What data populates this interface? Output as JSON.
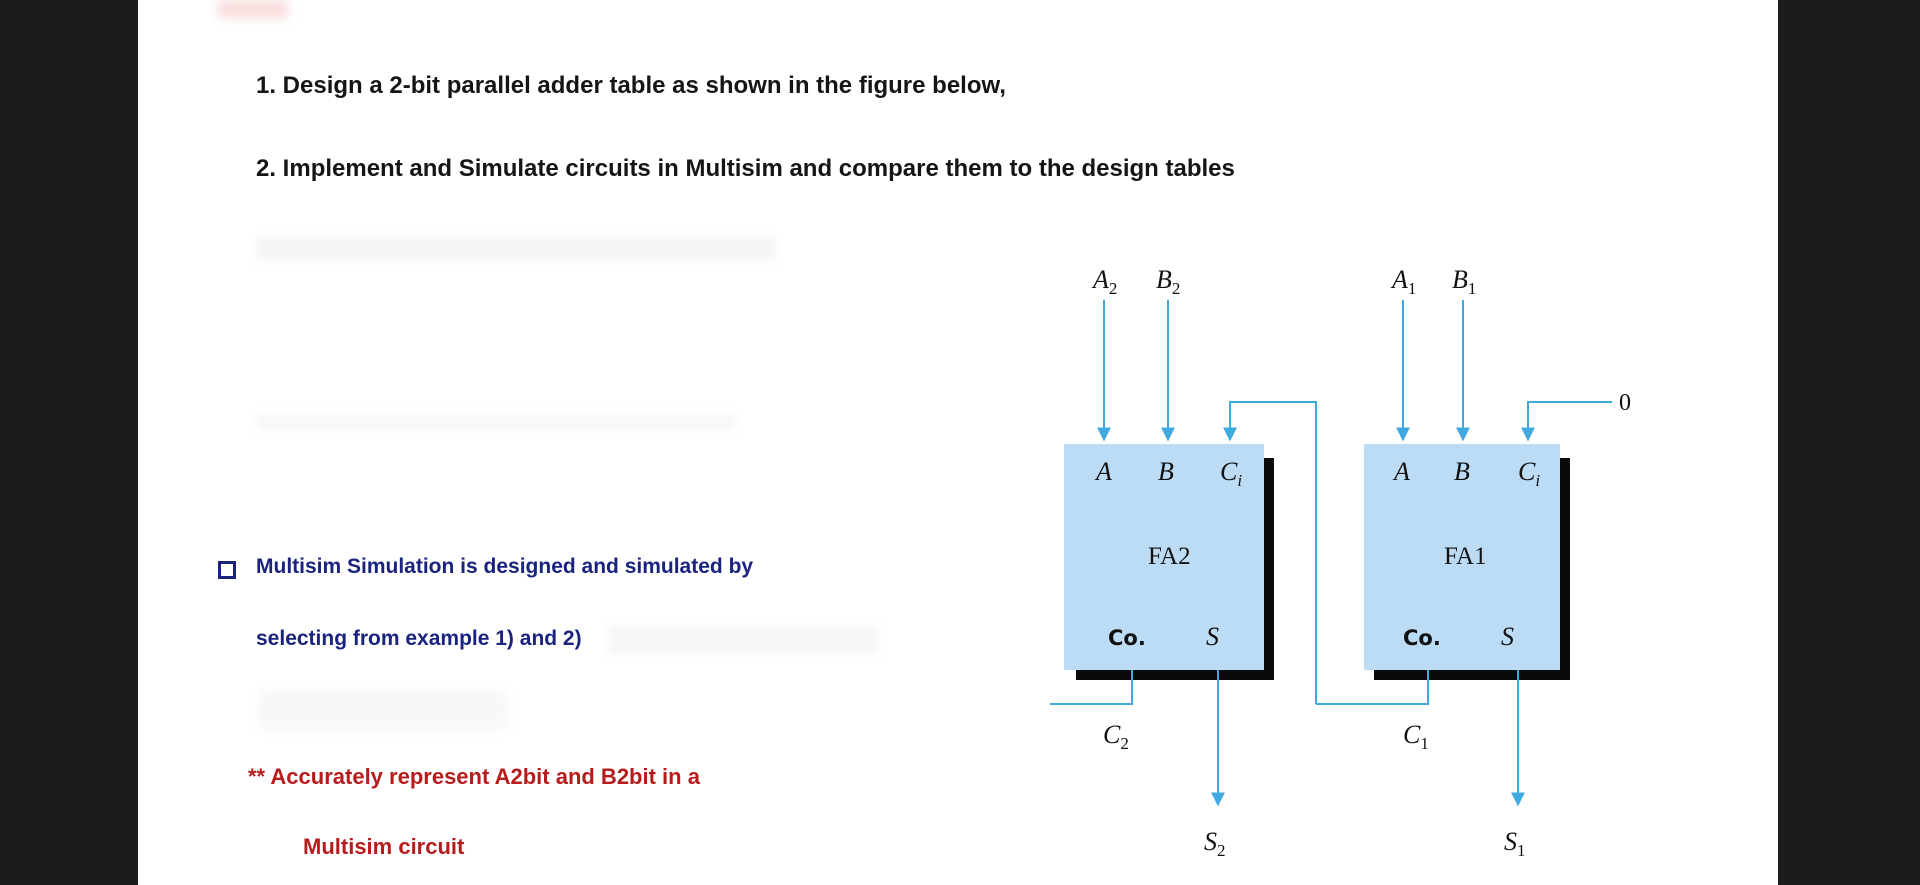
{
  "document": {
    "question_1": "1. Design a 2-bit parallel adder table as shown in the figure below,",
    "question_2": "2. Implement and Simulate circuits in Multisim and compare them to the design tables",
    "note_line_1": "Multisim Simulation is designed and simulated by",
    "note_line_2": "selecting from example 1) and 2)",
    "warning_line_1": "** Accurately represent A2bit and B2bit in a",
    "warning_line_2": "Multisim circuit"
  },
  "diagram": {
    "fa2": {
      "name": "FA2",
      "in_a_label": "A",
      "in_b_label": "B",
      "in_ci_label": "C",
      "in_ci_sub": "i",
      "out_co_label": "Co.",
      "out_s_label": "S",
      "input_a_name": "A",
      "input_a_sub": "2",
      "input_b_name": "B",
      "input_b_sub": "2",
      "carry_out_name": "C",
      "carry_out_sub": "2",
      "sum_name": "S",
      "sum_sub": "2"
    },
    "fa1": {
      "name": "FA1",
      "in_a_label": "A",
      "in_b_label": "B",
      "in_ci_label": "C",
      "in_ci_sub": "i",
      "out_co_label": "Co.",
      "out_s_label": "S",
      "input_a_name": "A",
      "input_a_sub": "1",
      "input_b_name": "B",
      "input_b_sub": "1",
      "carry_out_name": "C",
      "carry_out_sub": "1",
      "sum_name": "S",
      "sum_sub": "1",
      "carry_in_value": "0"
    },
    "colors": {
      "block_fill": "#bcdcf5",
      "block_shadow": "#0a0a0a",
      "wire": "#3fa9e0"
    }
  }
}
